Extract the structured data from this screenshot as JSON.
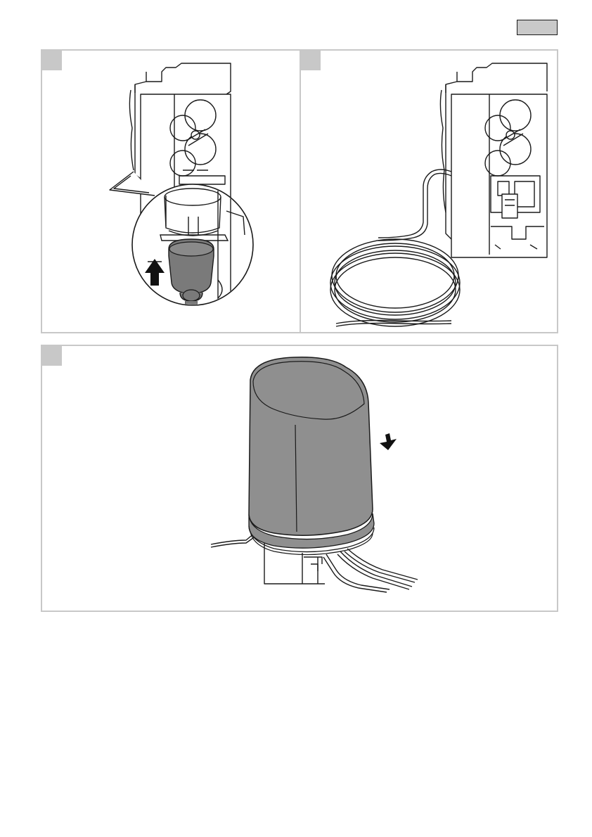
{
  "header": {
    "language_tag": ""
  },
  "steps": [
    {
      "number": "",
      "illustration": "plug-inserted-into-socket-box"
    },
    {
      "number": "",
      "illustration": "coiled-cable-attached-to-socket-box"
    },
    {
      "number": "",
      "illustration": "cover-lowered-onto-socket-box"
    }
  ],
  "icons": {
    "arrow_up": "arrow-up-icon",
    "arrow_down": "arrow-down-icon",
    "magnifier": "zoom-callout-icon"
  },
  "colors": {
    "panel_border": "#c8c8c8",
    "line": "#1a1a1a",
    "cover_gray": "#8f8f8f",
    "plug_gray": "#7a7a7a"
  }
}
